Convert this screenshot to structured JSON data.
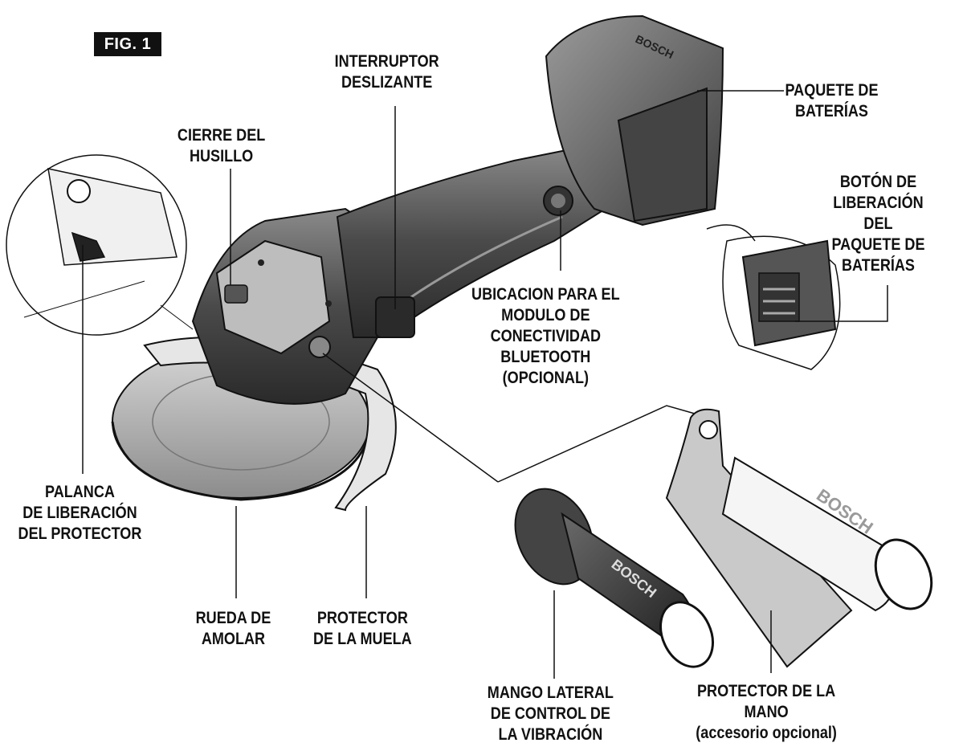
{
  "figure": {
    "badge": "FIG. 1"
  },
  "labels": {
    "interruptor": [
      "INTERRUPTOR",
      "DESLIZANTE"
    ],
    "paquete": [
      "PAQUETE DE",
      "BATERÍAS"
    ],
    "cierre": [
      "CIERRE DEL",
      "HUSILLO"
    ],
    "boton": [
      "BOTÓN DE",
      "LIBERACIÓN",
      "DEL",
      "PAQUETE DE",
      "BATERÍAS"
    ],
    "ubicacion": [
      "UBICACION PARA EL",
      "MODULO DE",
      "CONECTIVIDAD",
      "BLUETOOTH",
      "(OPCIONAL)"
    ],
    "palanca": [
      "PALANCA",
      "DE LIBERACIÓN",
      "DEL PROTECTOR"
    ],
    "rueda": [
      "RUEDA DE",
      "AMOLAR"
    ],
    "protector_muela": [
      "PROTECTOR",
      "DE LA MUELA"
    ],
    "mango": [
      "MANGO LATERAL",
      "DE CONTROL DE",
      "LA VIBRACIÓN"
    ],
    "protector_mano": [
      "PROTECTOR DE LA",
      "MANO",
      "(accesorio opcional)"
    ]
  },
  "brand": {
    "battery": "BOSCH",
    "handle": "BOSCH",
    "grip": "BOSCH"
  },
  "colors": {
    "line": "#111111",
    "body_dark": "#3a3a3a",
    "body_mid": "#6b6b6b",
    "body_light": "#a9a9a9",
    "badge_bg": "#111111",
    "badge_text": "#ffffff"
  }
}
